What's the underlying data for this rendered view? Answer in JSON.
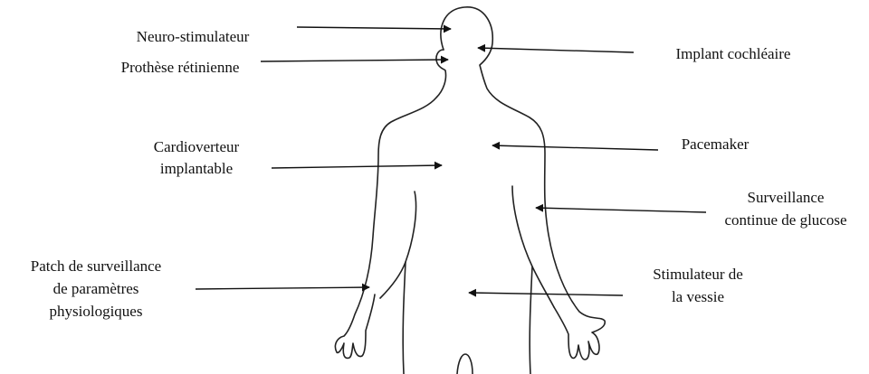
{
  "labels": {
    "neuro": "Neuro-stimulateur",
    "retina": "Prothèse rétinienne",
    "cochlear": "Implant cochléaire",
    "cardio_line1": "Cardioverteur",
    "cardio_line2": "implantable",
    "pacemaker": "Pacemaker",
    "glucose_line1": "Surveillance",
    "glucose_line2": "continue de glucose",
    "patch_line1": "Patch de surveillance",
    "patch_line2": "de paramètres",
    "patch_line3": "physiologiques",
    "bladder_line1": "Stimulateur de",
    "bladder_line2": "la vessie"
  }
}
